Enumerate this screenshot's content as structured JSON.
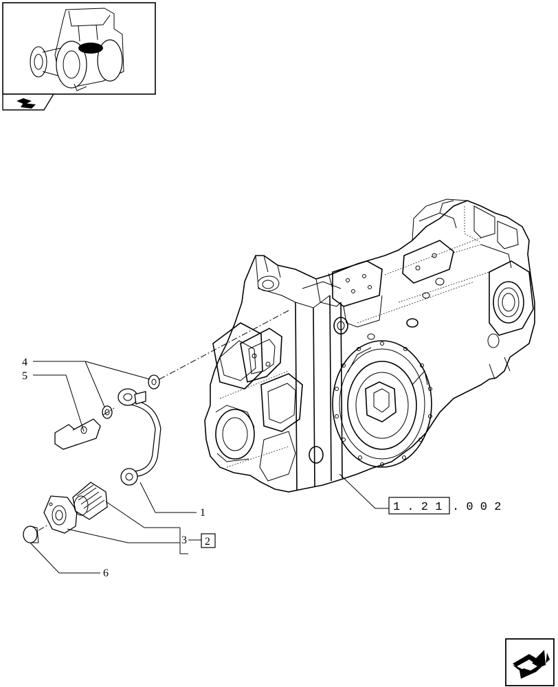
{
  "callouts": {
    "c1": "1",
    "c3": "3",
    "c4": "4",
    "c5": "5",
    "c6": "6",
    "c_box2": "2"
  },
  "reference": {
    "boxed": "1 . 2 1",
    "suffix": ". 0   0 2"
  },
  "icons": {
    "thumbnail": "tractor-overview-thumbnail",
    "corner_tag": "book-arrow-icon",
    "nav": "next-page-arrow-icon"
  }
}
